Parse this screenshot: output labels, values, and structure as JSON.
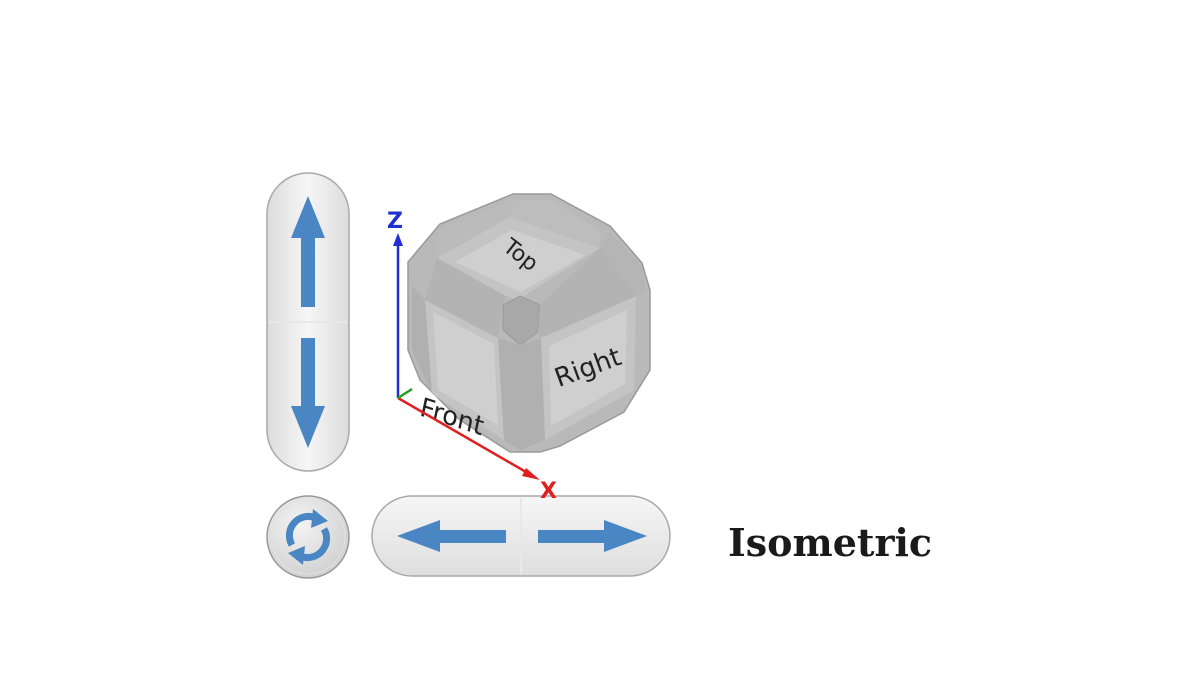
{
  "navigation_cube": {
    "faces": {
      "top": "Top",
      "front": "Front",
      "right": "Right"
    },
    "axes": {
      "x": "X",
      "z": "Z"
    },
    "colors": {
      "arrow_blue": "#4a86c3",
      "cube_face": "#c8c8c8",
      "cube_edge": "#a9a9a9",
      "axis_x": "#e02020",
      "axis_y": "#20a020",
      "axis_z": "#2030d0",
      "button_fill": "#ececec",
      "button_stroke": "#a0a0a0"
    },
    "buttons": {
      "rotate_up": "arrow-up-icon",
      "rotate_down": "arrow-down-icon",
      "rotate_left": "arrow-left-icon",
      "rotate_right": "arrow-right-icon",
      "orbit": "rotate-cycle-icon"
    }
  },
  "view": {
    "current_view_label": "Isometric"
  }
}
